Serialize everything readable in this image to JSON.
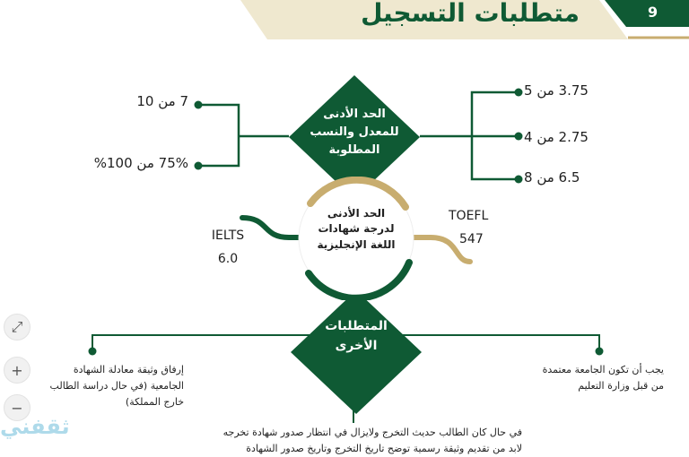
{
  "header": {
    "title": "متطلبات التسجيل",
    "page_number": "9",
    "colors": {
      "green": "#0f5a34",
      "gold": "#c8ad6f",
      "beige": "#efe8cf"
    }
  },
  "top_diamond": {
    "lines": [
      "الحد الأدنى",
      "للمعدل والنسب",
      "المطلوبة"
    ]
  },
  "left_values": [
    "7 من 10",
    "75% من 100%"
  ],
  "right_values": [
    "3.75 من 5",
    "2.75 من 4",
    "6.5  من 8"
  ],
  "center_circle": {
    "lines": [
      "الحد الأدنى",
      "لدرجة شهادات",
      "اللغة الإنجليزية"
    ]
  },
  "ielts": {
    "name": "IELTS",
    "score": "6.0"
  },
  "toefl": {
    "name": "TOEFL",
    "score": "547"
  },
  "bottom_diamond": {
    "lines": [
      "المتطلبات",
      "الأخرى"
    ]
  },
  "left_requirement": [
    "إرفاق وثيقة معادلة الشهادة",
    "الجامعية (في حال دراسة الطالب",
    "خارج المملكة)"
  ],
  "right_requirement": [
    "يجب أن تكون الجامعة معتمدة",
    "من قبل وزارة التعليم"
  ],
  "bottom_note": [
    "في حال كان الطالب حديث التخرج ولايزال في انتظار صدور شهادة تخرجه",
    "لابد من تقديم وثيقة رسمية توضح تاريخ التخرج وتاريخ صدور الشهادة"
  ],
  "zoom": {
    "fit": "⤢",
    "in": "+",
    "out": "−"
  },
  "watermark": "ثقفني"
}
